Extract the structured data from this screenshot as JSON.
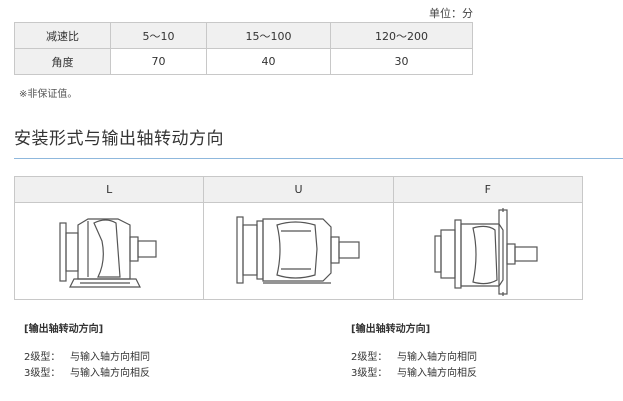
{
  "unit_text": "单位：分",
  "ratio_table": {
    "headers": [
      "减速比",
      "5～10",
      "15～100",
      "120～200"
    ],
    "row": [
      "角度",
      "70",
      "40",
      "30"
    ]
  },
  "note": "※非保证值。",
  "section_title": "安装形式与输出轴转动方向",
  "mounts": [
    {
      "label": "L"
    },
    {
      "label": "U"
    },
    {
      "label": "F"
    }
  ],
  "direction_blocks": [
    {
      "title": "[输出轴转动方向]",
      "lines": [
        {
          "type": "2级型：",
          "desc": "与输入轴方向相同"
        },
        {
          "type": "3级型：",
          "desc": "与输入轴方向相反"
        }
      ]
    },
    {
      "title": "[输出轴转动方向]",
      "lines": [
        {
          "type": "2级型：",
          "desc": "与输入轴方向相同"
        },
        {
          "type": "3级型：",
          "desc": "与输入轴方向相反"
        }
      ]
    }
  ]
}
